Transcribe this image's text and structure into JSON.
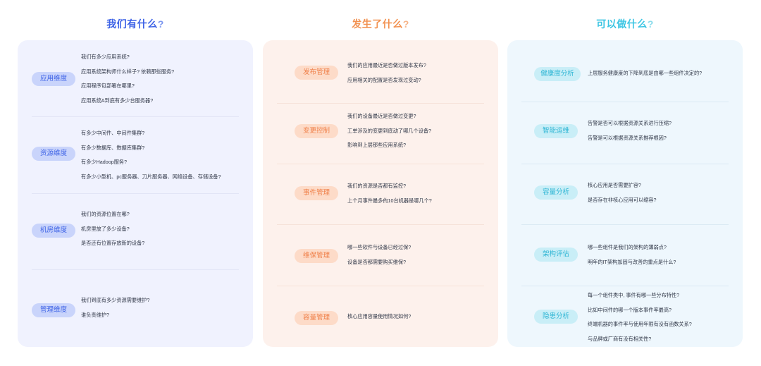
{
  "columns": [
    {
      "title_main": "我们有什么",
      "title_q": "?",
      "title_color": "#3e63e6",
      "sections": [
        {
          "label": "应用维度",
          "questions": [
            "我们有多少应用系统?",
            "应用系统架构师什么样子? 依赖那些服务?",
            "应用程序包部署在哪里?",
            "应用系统A到底有多少台服务器?"
          ]
        },
        {
          "label": "资源维度",
          "questions": [
            "有多少中间件、中间件集群?",
            "有多少数据库、数据库集群?",
            "有多少Hadoop服务?",
            "有多少小型机、pc服务器、刀片服务器、网络设备、存储设备?"
          ]
        },
        {
          "label": "机房维度",
          "questions": [
            "我们的资源位置在哪?",
            "机房里放了多少设备?",
            "是否还有位置存放新的设备?"
          ]
        },
        {
          "label": "管理维度",
          "questions": [
            "我们到底有多少资源需要维护?",
            "谁负责维护?"
          ]
        }
      ]
    },
    {
      "title_main": "发生了什么",
      "title_q": "?",
      "title_color": "#f29150",
      "sections": [
        {
          "label": "发布管理",
          "questions": [
            "我们的应用最近是否做过版本发布?",
            "应用相关的配置是否发现过变动?"
          ]
        },
        {
          "label": "变更控制",
          "questions": [
            "我们的设备最近是否做过变更?",
            "工单涉及的变更到底动了哪几个设备?",
            "影响到上层那些应用系统?"
          ]
        },
        {
          "label": "事件管理",
          "questions": [
            "我们的资源是否都有监控?",
            "上个月事件最多的10台机器是哪几个?"
          ]
        },
        {
          "label": "维保管理",
          "questions": [
            "哪一些软件与设备已经过保?",
            "设备是否都需要购买维保?"
          ]
        },
        {
          "label": "容量管理",
          "questions": [
            "核心应用容量使用情况如何?"
          ]
        }
      ]
    },
    {
      "title_main": "可以做什么",
      "title_q": "?",
      "title_color": "#3cc5e3",
      "sections": [
        {
          "label": "健康度分析",
          "questions": [
            "上层服务健康度的下降到底是由哪一些组件决定的?"
          ]
        },
        {
          "label": "智能运维",
          "questions": [
            "告警是否可以根据资源关系进行压缩?",
            "告警是可以根据资源关系推荐根因?"
          ]
        },
        {
          "label": "容量分析",
          "questions": [
            "核心应用是否需要扩容?",
            "是否存在非核心应用可以缩容?"
          ]
        },
        {
          "label": "架构评估",
          "questions": [
            "哪一些组件是我们的架构的薄弱点?",
            "明年的IT架构加固与改善的重点是什么?"
          ]
        },
        {
          "label": "隐患分析",
          "questions": [
            "每一个组件类中, 事件有哪一些分布特性?",
            "比如中间件的哪一个版本事件率最高?",
            "终端机器的事件率与使用年限有没有函数关系?",
            "与品牌或厂商有没有相关性?"
          ]
        }
      ]
    }
  ]
}
